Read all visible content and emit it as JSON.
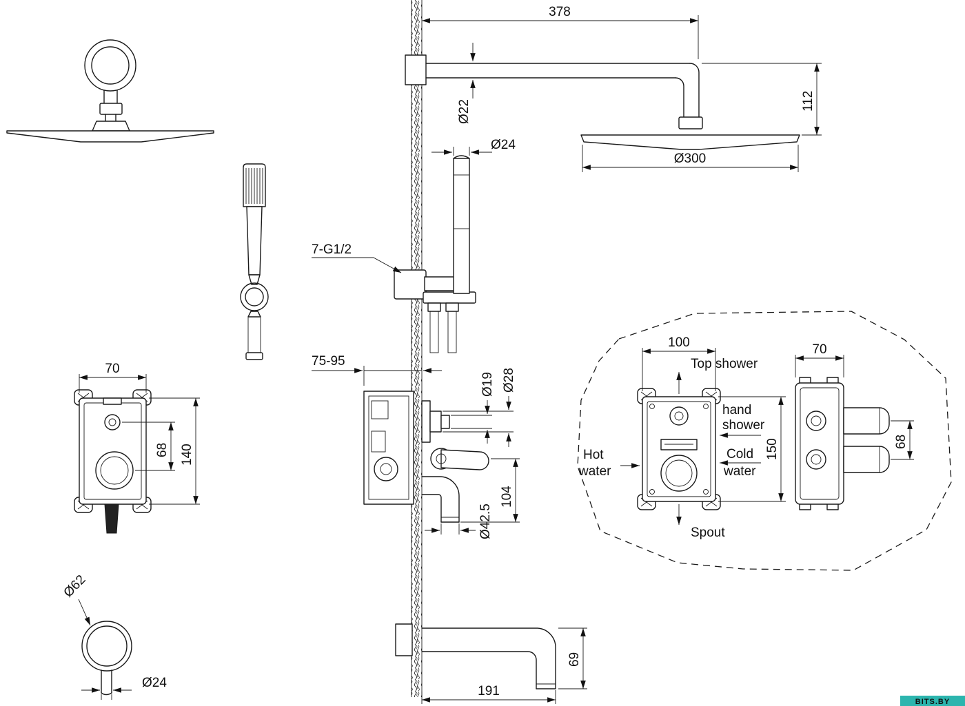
{
  "page": {
    "title": "Concealed shower system installation drawing",
    "background": "#ffffff",
    "line_color": "#1a1a1a"
  },
  "watermark": {
    "text": "BITS.BY",
    "bg": "#2cb5ae",
    "fg": "#ffffff"
  },
  "labels": {
    "arm_length": "378",
    "arm_height": "112",
    "arm_diameter": "Ø22",
    "hose_outlet_diameter": "Ø24",
    "head_diameter": "Ø300",
    "wall_thread": "7-G1/2",
    "recess_depth": "75-95",
    "stem_dia_small": "Ø19",
    "stem_dia_large": "Ø28",
    "valve_width_front": "70",
    "valve_knob_spacing": "68",
    "valve_height": "140",
    "handle_drop": "104",
    "trim_diameter": "Ø42.5",
    "spout_flange_diameter": "Ø62",
    "spout_pipe_diameter": "Ø24",
    "spout_length": "191",
    "spout_drop": "69",
    "detail_width": "100",
    "detail_top_shower": "Top shower",
    "detail_hand": "hand",
    "detail_shower": "shower",
    "detail_hot": "Hot",
    "detail_hot_water": "water",
    "detail_cold": "Cold",
    "detail_cold_water": "water",
    "detail_spout": "Spout",
    "detail_height": "150",
    "detail_side_width": "70",
    "detail_port_spacing": "68"
  }
}
